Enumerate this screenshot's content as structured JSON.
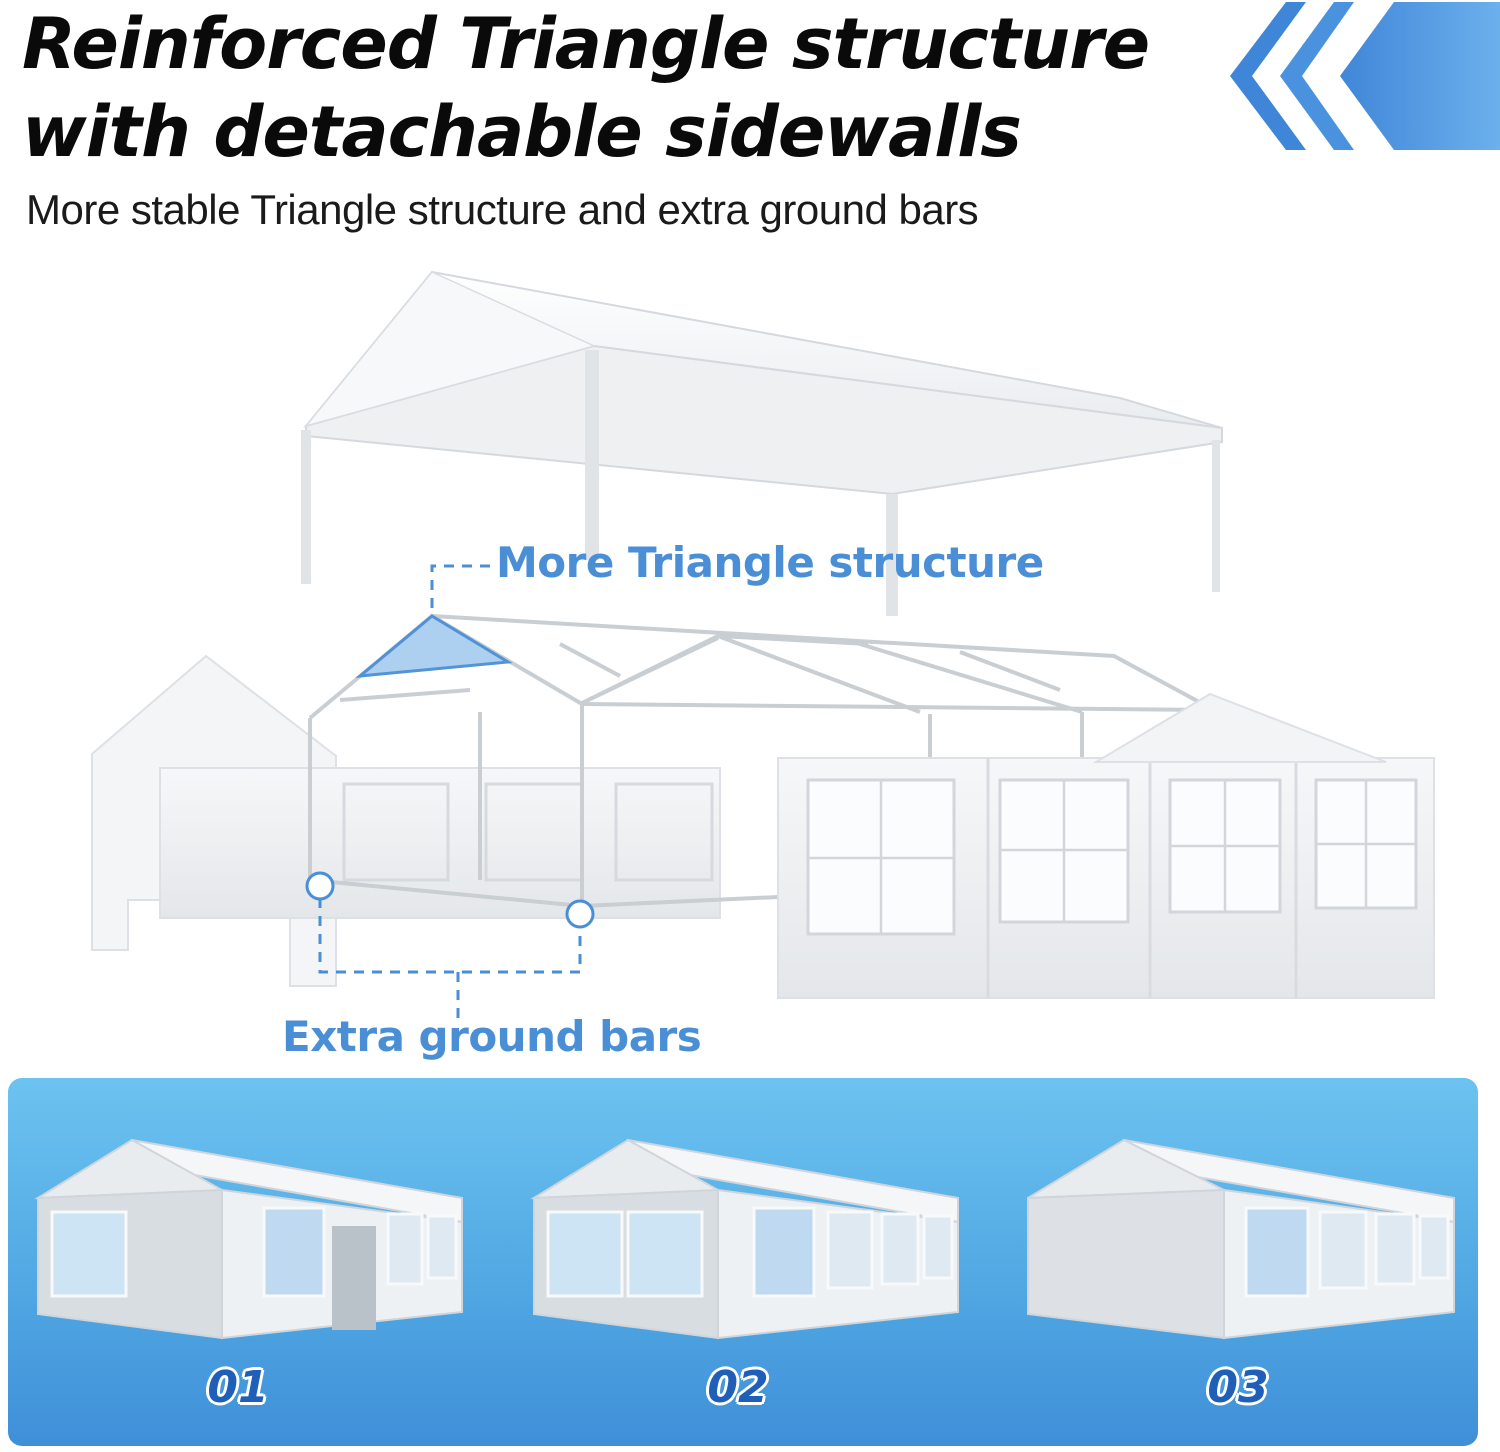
{
  "header": {
    "title_line1": "Reinforced Triangle structure",
    "title_line2": "with detachable sidewalls",
    "subtitle": "More stable Triangle structure and extra ground bars"
  },
  "callouts": {
    "triangle": "More Triangle structure",
    "ground_bars": "Extra ground bars"
  },
  "configurations": [
    {
      "label": "01"
    },
    {
      "label": "02"
    },
    {
      "label": "03"
    }
  ],
  "colors": {
    "accent_blue": "#4a8fd6",
    "panel_blue": "#4fa6e2",
    "label_blue": "#1f5fb8",
    "headline": "#0a0a0a"
  }
}
